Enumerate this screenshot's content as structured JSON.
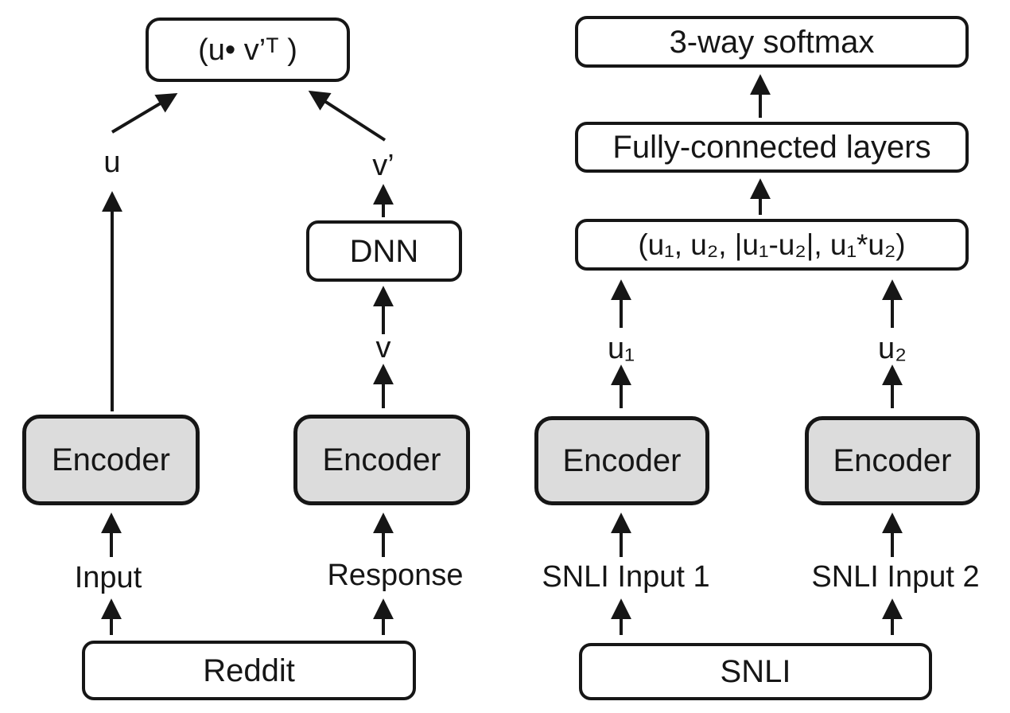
{
  "colors": {
    "line": "#161616",
    "text": "#161616",
    "encoder_fill": "#dcdcdc",
    "box_fill": "#ffffff",
    "background": "#ffffff"
  },
  "reddit_model": {
    "score_box": "(u• v’ᵀ )",
    "u_label": "u",
    "v_prime_label": "v’",
    "v_label": "v",
    "dnn_box": "DNN",
    "input_encoder": "Encoder",
    "response_encoder": "Encoder",
    "input_label": "Input",
    "response_label": "Response",
    "dataset_box": "Reddit"
  },
  "snli_model": {
    "softmax_box": "3-way softmax",
    "fully_connected_box": "Fully-connected layers",
    "feature_box": "(u₁, u₂, |u₁-u₂|, u₁*u₂)",
    "u1_label": "u₁",
    "u2_label": "u₂",
    "encoder1": "Encoder",
    "encoder2": "Encoder",
    "input1_label": "SNLI Input 1",
    "input2_label": "SNLI Input 2",
    "dataset_box": "SNLI"
  }
}
